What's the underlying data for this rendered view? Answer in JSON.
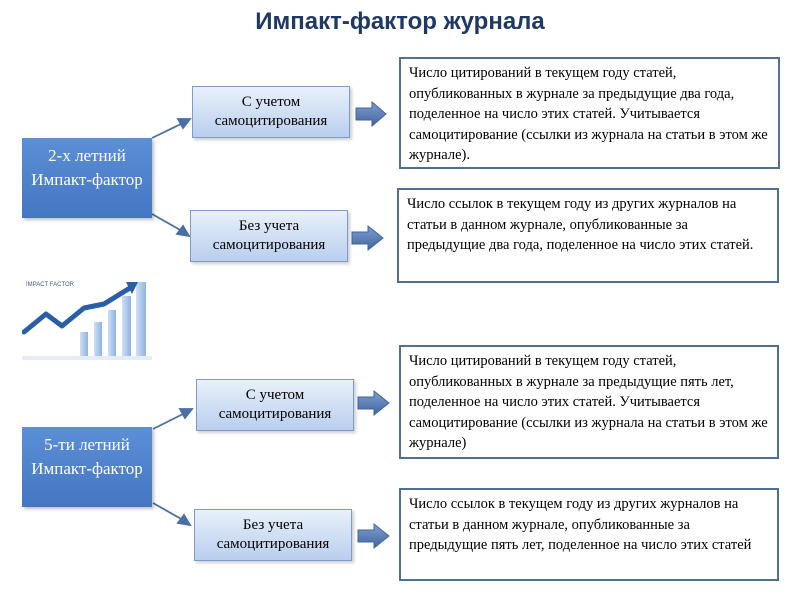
{
  "title": "Импакт-фактор журнала",
  "logo_text": "IMPACT FACTOR",
  "groups": [
    {
      "main_label": "2-х летний Импакт-фактор",
      "branches": [
        {
          "label": "С учетом самоцитирования",
          "description": "Число цитирований в текущем году статей, опубликованных в журнале за предыдущие два года, поделенное на число этих статей. Учитывается самоцитирование (ссылки из журнала на статьи в этом же журнале)."
        },
        {
          "label": "Без учета самоцитирования",
          "description": "Число ссылок в текущем году из других журналов на статьи в данном журнале, опубликованные за предыдущие два года, поделенное на число этих статей."
        }
      ]
    },
    {
      "main_label": "5-ти летний Импакт-фактор",
      "branches": [
        {
          "label": "С учетом самоцитирования",
          "description": "Число цитирований в текущем году статей, опубликованных в журнале за предыдущие пять лет, поделенное на число этих статей. Учитывается самоцитирование (ссылки из журнала на статьи в этом же журнале)"
        },
        {
          "label": "Без учета самоцитирования",
          "description": "Число ссылок в текущем году из других журналов на статьи в данном журнале, опубликованные за предыдущие пять лет, поделенное на число этих статей"
        }
      ]
    }
  ],
  "colors": {
    "title": "#1f3864",
    "main_box": "#4f81c9",
    "mid_box": "#c7d8f0",
    "desc_border": "#4f6f95",
    "arrow": "#4a6fa5"
  }
}
